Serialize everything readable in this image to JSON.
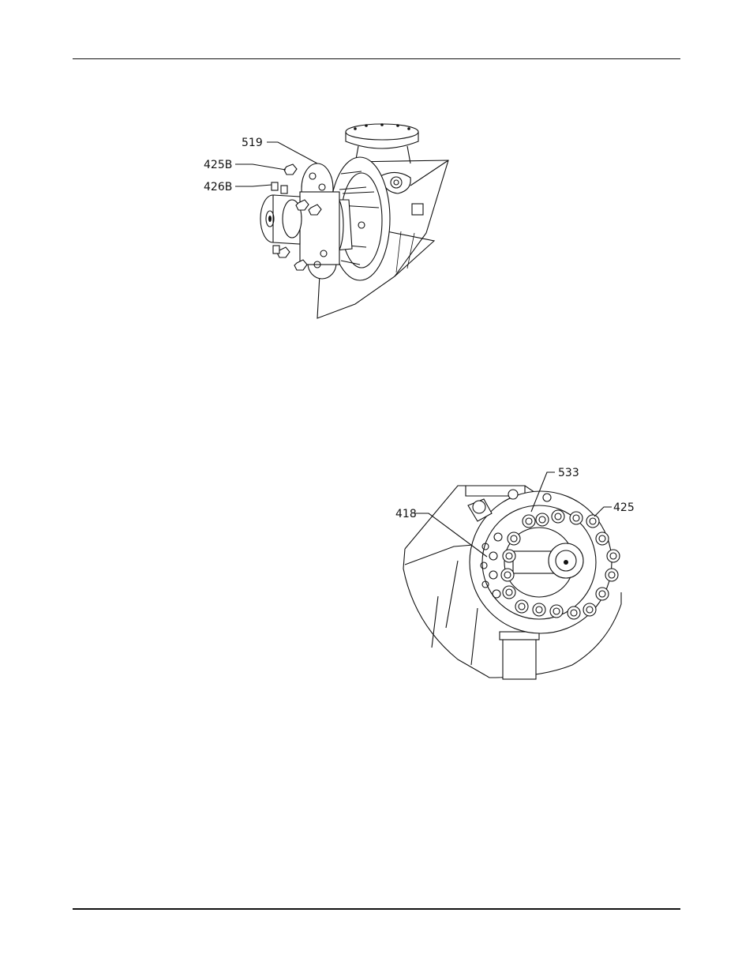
{
  "page": {
    "header_rule": "",
    "footer_rule": ""
  },
  "figure_top": {
    "callouts": [
      "519",
      "425B",
      "426B"
    ]
  },
  "figure_bottom": {
    "callouts": [
      "533",
      "418",
      "425"
    ]
  }
}
